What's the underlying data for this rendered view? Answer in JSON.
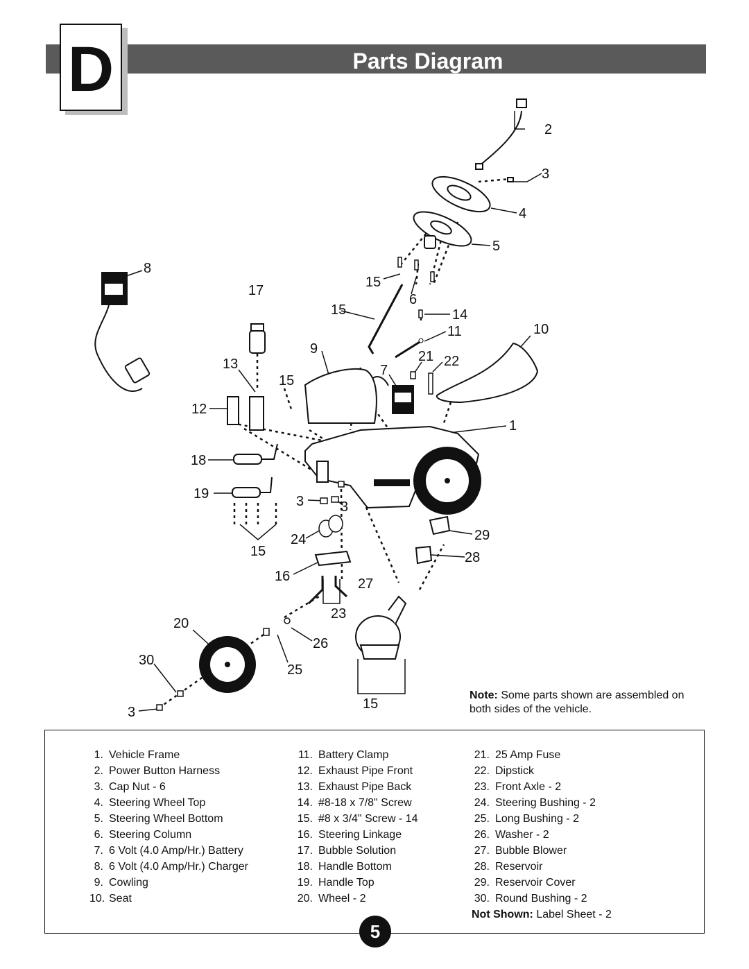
{
  "section_letter": "D",
  "title": "Parts Diagram",
  "callouts": [
    "2",
    "3",
    "4",
    "5",
    "8",
    "17",
    "15",
    "6",
    "15",
    "14",
    "11",
    "10",
    "9",
    "13",
    "21",
    "22",
    "7",
    "15",
    "12",
    "1",
    "18",
    "19",
    "3",
    "3",
    "24",
    "29",
    "15",
    "28",
    "16",
    "27",
    "23",
    "20",
    "26",
    "30",
    "25",
    "3",
    "15"
  ],
  "note_label": "Note:",
  "note_text": " Some parts shown are assembled on both sides of the vehicle.",
  "parts": [
    {
      "num": "1.",
      "name": "Vehicle Frame"
    },
    {
      "num": "2.",
      "name": "Power Button Harness"
    },
    {
      "num": "3.",
      "name": "Cap Nut - 6"
    },
    {
      "num": "4.",
      "name": "Steering Wheel Top"
    },
    {
      "num": "5.",
      "name": "Steering Wheel Bottom"
    },
    {
      "num": "6.",
      "name": "Steering Column"
    },
    {
      "num": "7.",
      "name": "6 Volt (4.0 Amp/Hr.) Battery"
    },
    {
      "num": "8.",
      "name": "6 Volt (4.0 Amp/Hr.) Charger"
    },
    {
      "num": "9.",
      "name": "Cowling"
    },
    {
      "num": "10.",
      "name": "Seat"
    },
    {
      "num": "11.",
      "name": "Battery Clamp"
    },
    {
      "num": "12.",
      "name": "Exhaust Pipe Front"
    },
    {
      "num": "13.",
      "name": "Exhaust Pipe Back"
    },
    {
      "num": "14.",
      "name": "#8-18 x 7/8\" Screw"
    },
    {
      "num": "15.",
      "name": "#8 x 3/4\" Screw - 14"
    },
    {
      "num": "16.",
      "name": "Steering Linkage"
    },
    {
      "num": "17.",
      "name": "Bubble Solution"
    },
    {
      "num": "18.",
      "name": "Handle Bottom"
    },
    {
      "num": "19.",
      "name": "Handle Top"
    },
    {
      "num": "20.",
      "name": "Wheel - 2"
    },
    {
      "num": "21.",
      "name": "25 Amp Fuse"
    },
    {
      "num": "22.",
      "name": "Dipstick"
    },
    {
      "num": "23.",
      "name": "Front Axle - 2"
    },
    {
      "num": "24.",
      "name": "Steering Bushing - 2"
    },
    {
      "num": "25.",
      "name": "Long Bushing - 2"
    },
    {
      "num": "26.",
      "name": "Washer - 2"
    },
    {
      "num": "27.",
      "name": "Bubble Blower"
    },
    {
      "num": "28.",
      "name": "Reservoir"
    },
    {
      "num": "29.",
      "name": "Reservoir Cover"
    },
    {
      "num": "30.",
      "name": "Round Bushing - 2"
    }
  ],
  "not_shown_label": "Not Shown:",
  "not_shown_text": " Label Sheet - 2",
  "page_number": "5"
}
